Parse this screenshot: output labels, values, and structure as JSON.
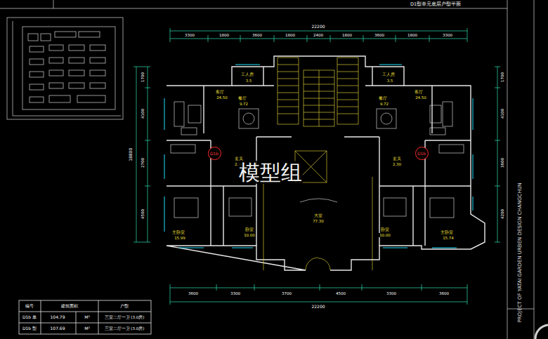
{
  "diagram": {
    "title": "D1型单元底层户型平面",
    "nodes": [
      {
        "text": [
          "D1b"
        ]
      },
      {
        "text": [
          "D1b"
        ]
      }
    ],
    "labels": [
      "22200",
      "3300",
      "1800",
      "3600",
      "1800",
      "2400",
      "1800",
      "3600",
      "1800",
      "3300",
      "1700",
      "4100",
      "18800",
      "2700",
      "4500",
      "1700",
      "4100",
      "3600",
      "4200",
      "3600",
      "3300",
      "3700",
      "4500",
      "3300",
      "3600",
      "22200",
      "工人房",
      "3.5",
      "工人房",
      "3.5",
      "客厅",
      "24.50",
      "客厅",
      "24.50",
      "餐厅",
      "9.72",
      "餐厅",
      "9.72",
      "玄关",
      "2.30",
      "玄关",
      "2.30",
      "主卧室",
      "15.99",
      "卧室",
      "10.00",
      "卧室",
      "10.00",
      "主卧室",
      "15.74",
      "大堂",
      "77.30",
      "模型组",
      "编号",
      "建筑面积",
      "户型",
      "D1b 单",
      "104.79",
      "M²",
      "三室二厅一卫 (3.0房)",
      "D1b 型",
      "107.69",
      "M²",
      "三室二厅一卫 (3.0房)",
      "PROJECT OF YATAI GARDEN URBEN DESIGN CHANGCHUN"
    ]
  }
}
